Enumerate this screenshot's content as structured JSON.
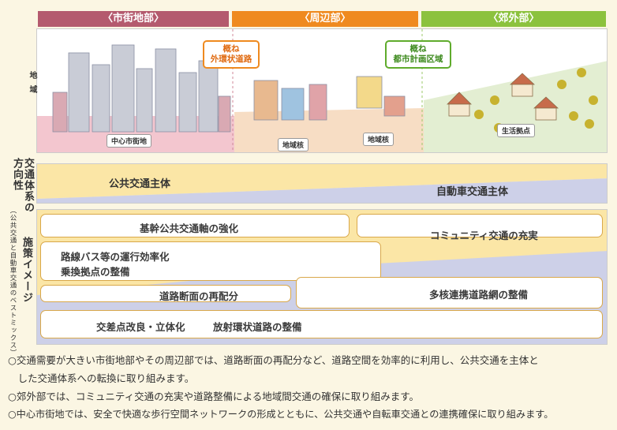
{
  "zones": {
    "city_center": {
      "label": "〈市街地部〉",
      "color": "#b45a6e"
    },
    "periphery": {
      "label": "〈周辺部〉",
      "color": "#ef8a1f"
    },
    "suburb": {
      "label": "〈郊外部〉",
      "color": "#8cc23e"
    }
  },
  "left_labels": {
    "area_1": "地",
    "area_2": "域",
    "direction": "交通体系の方向性",
    "measures": "施策イメージ",
    "measures_sub": "（公共交通と自動車交通のベストミックス）"
  },
  "callouts": {
    "ring_road": "概ね\n外環状道路",
    "planning_area": "概ね\n都市計画区域"
  },
  "tags": {
    "center": "中心市街地",
    "core_1": "地域核",
    "core_2": "地域核",
    "living_base": "生活拠点"
  },
  "direction": {
    "public": "公共交通主体",
    "car": "自動車交通主体"
  },
  "measures": {
    "trunk": "基幹公共交通軸の強化",
    "community": "コミュニティ交通の充実",
    "bus_line_1": "路線バス等の運行効率化",
    "bus_line_2": "乗換拠点の整備",
    "road_realloc": "道路断面の再配分",
    "multi_core": "多核連携道路網の整備",
    "intersection": "交差点改良・立体化",
    "radial": "放射環状道路の整備"
  },
  "notes": [
    "○交通需要が大きい市街地部やその周辺部では、道路断面の再配分など、道路空間を効率的に利用し、公共交通を主体と",
    "　した交通体系への転換に取り組みます。",
    "○郊外部では、コミュニティ交通の充実や道路整備による地域間交通の確保に取り組みます。",
    "○中心市街地では、安全で快適な歩行空間ネットワークの形成とともに、公共交通や自転車交通との連携確保に取り組みます。"
  ]
}
